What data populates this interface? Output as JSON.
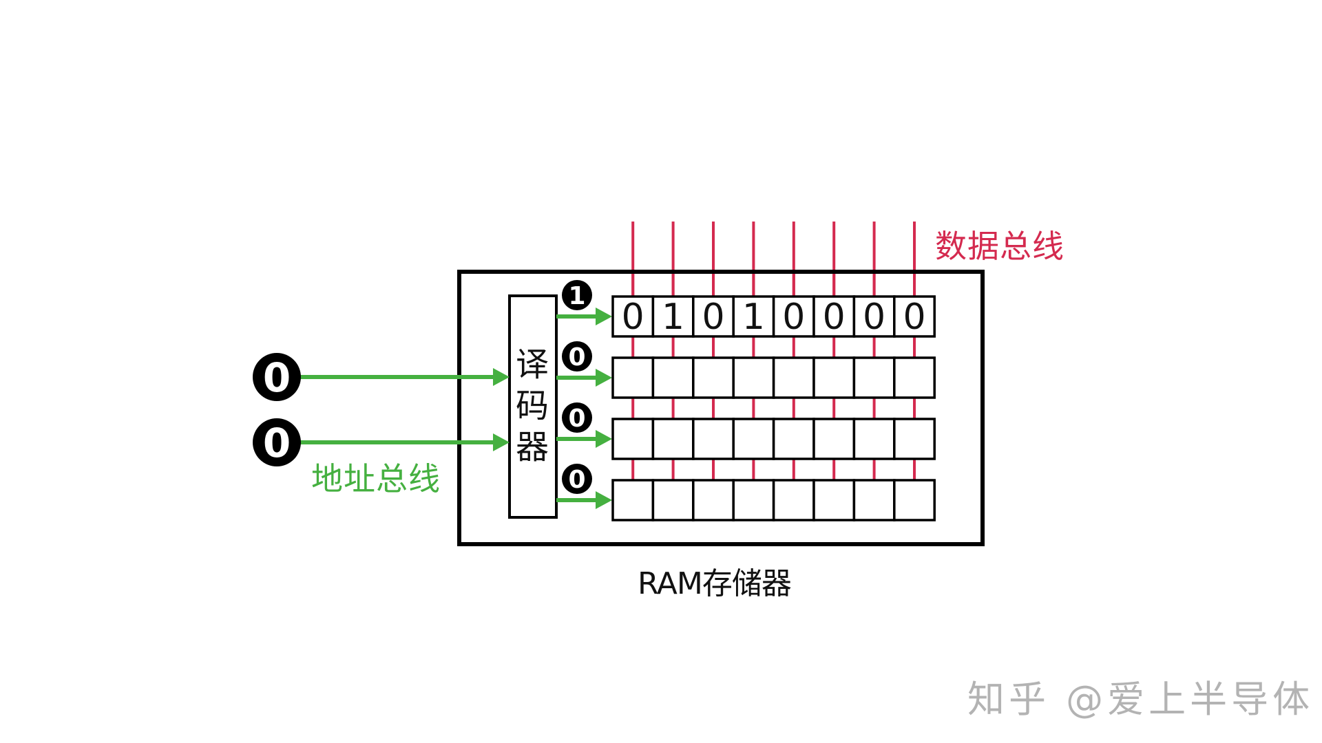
{
  "labels": {
    "data_bus": "数据总线",
    "address_bus": "地址总线",
    "ram": "RAM存储器",
    "decoder": [
      "译",
      "码",
      "器"
    ],
    "watermark": "知乎 @爱上半导体"
  },
  "address_inputs": [
    "0",
    "0"
  ],
  "decoder_outputs": [
    "1",
    "0",
    "0",
    "0"
  ],
  "memory_rows": [
    [
      "0",
      "1",
      "0",
      "1",
      "0",
      "0",
      "0",
      "0"
    ],
    [
      "",
      "",
      "",
      "",
      "",
      "",
      "",
      ""
    ],
    [
      "",
      "",
      "",
      "",
      "",
      "",
      "",
      ""
    ],
    [
      "",
      "",
      "",
      "",
      "",
      "",
      "",
      ""
    ]
  ],
  "data_bus_line_count": 8,
  "colors": {
    "data_bus": "#d42a4f",
    "address_bus": "#45b040",
    "outline": "#000000",
    "watermark": "#b3b3b3"
  }
}
